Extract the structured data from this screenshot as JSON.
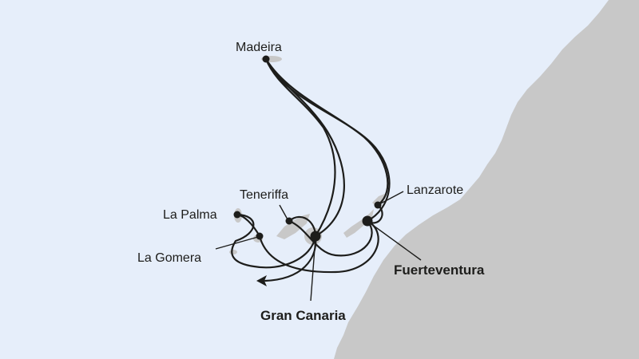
{
  "colors": {
    "sea": "#e6eefa",
    "land": "#c8c8c8",
    "island": "#c8c8c8",
    "route": "#1d1d1b",
    "text": "#1d1d1b"
  },
  "ports": [
    {
      "id": "madeira",
      "label": "Madeira",
      "major": false
    },
    {
      "id": "lanzarote",
      "label": "Lanzarote",
      "major": false
    },
    {
      "id": "teneriffa",
      "label": "Teneriffa",
      "major": false
    },
    {
      "id": "la-palma",
      "label": "La Palma",
      "major": false
    },
    {
      "id": "la-gomera",
      "label": "La Gomera",
      "major": false
    },
    {
      "id": "fuerteventura",
      "label": "Fuerteventura",
      "major": true
    },
    {
      "id": "gran-canaria",
      "label": "Gran Canaria",
      "major": true
    }
  ]
}
